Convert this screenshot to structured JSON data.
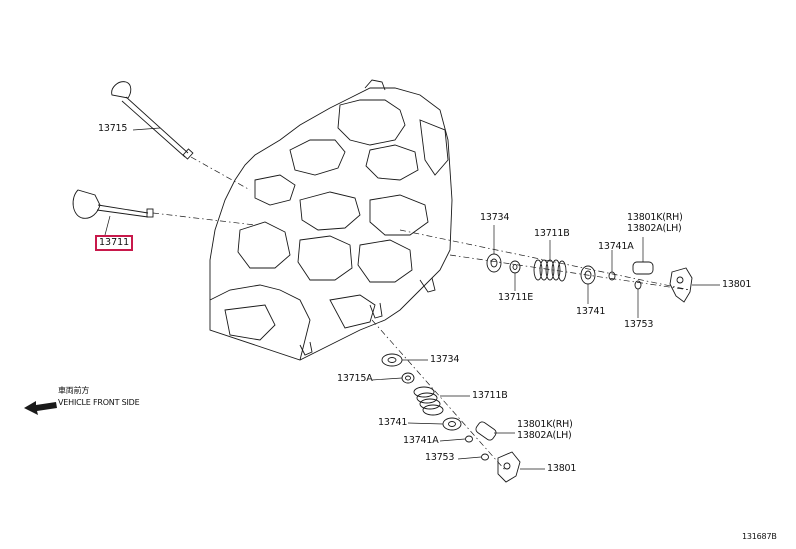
{
  "labels": {
    "p13715": "13715",
    "p13711": "13711",
    "p13734_a": "13734",
    "p13711B_a": "13711B",
    "p13711E": "13711E",
    "p13741A_a": "13741A",
    "p13801K_a": "13801K(RH)",
    "p13802A_a": "13802A(LH)",
    "p13741_a": "13741",
    "p13753_a": "13753",
    "p13801_a": "13801",
    "p13734_b": "13734",
    "p13715A": "13715A",
    "p13711B_b": "13711B",
    "p13741_b": "13741",
    "p13741A_b": "13741A",
    "p13801K_b": "13801K(RH)",
    "p13802A_b": "13802A(LH)",
    "p13753_b": "13753",
    "p13801_b": "13801"
  },
  "direction": {
    "jp_text": "車両前方",
    "en_text": "VEHICLE FRONT SIDE"
  },
  "figure_code": "131687B",
  "colors": {
    "highlight": "#c8194b",
    "ink": "#1a1a1a"
  }
}
